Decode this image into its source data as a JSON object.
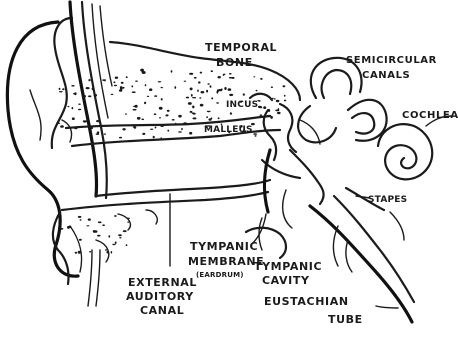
{
  "labels": {
    "temporal_bone_1": "TEMPORAL",
    "temporal_bone_2": "BONE",
    "semicircular_1": "SEMICIRCULAR",
    "semicircular_2": "CANALS",
    "incus": "INCUS",
    "malleus": "MALLEUS",
    "cochlea": "COCHLEA",
    "stapes": "STAPES",
    "tympanic_membrane_1": "TYMPANIC",
    "tympanic_membrane_2": "MEMBRANE",
    "tympanic_membrane_3": "(EARDRUM)",
    "tympanic_cavity_1": "TYMPANIC",
    "tympanic_cavity_2": "CAVITY",
    "external_canal_1": "EXTERNAL",
    "external_canal_2": "AUDITORY",
    "external_canal_3": "CANAL",
    "eustachian_1": "EUSTACHIAN",
    "eustachian_2": "TUBE"
  }
}
